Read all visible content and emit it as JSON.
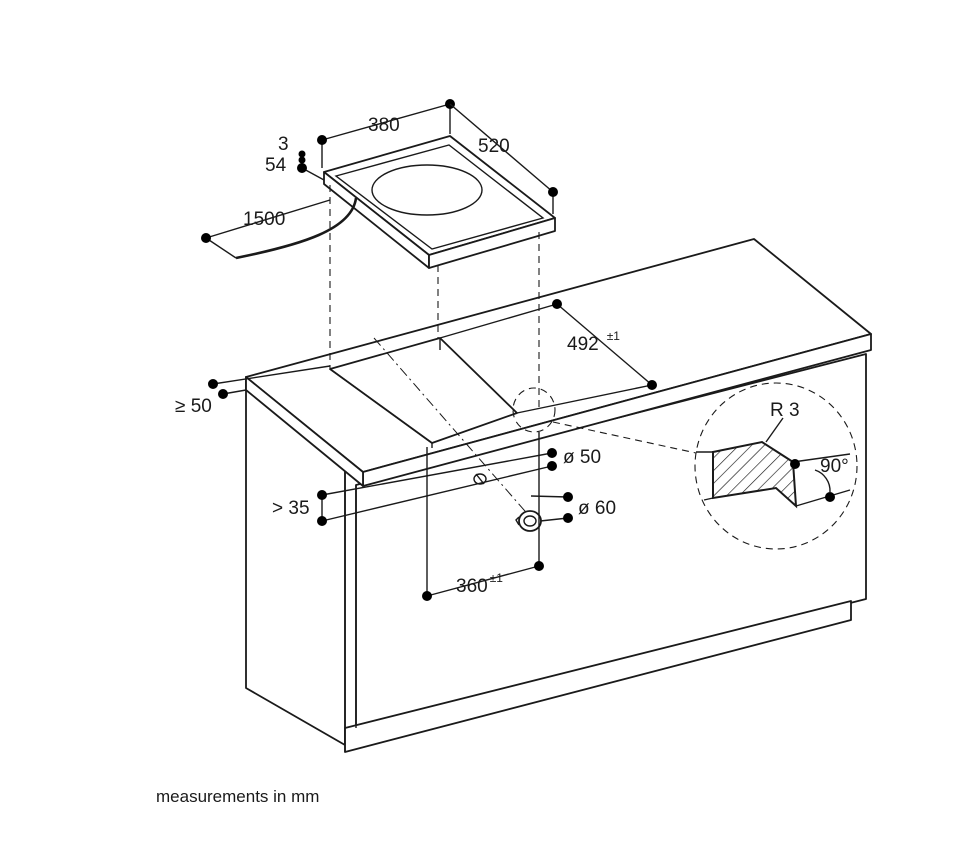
{
  "dimensions": {
    "hob_width": "380",
    "hob_depth": "520",
    "glass_thickness": "3",
    "hob_height": "54",
    "cable_length": "1500",
    "cutout_depth": "492",
    "cutout_depth_tol": "±1",
    "front_distance": "≥ 50",
    "clearance_below": "> 35",
    "inlet_diameter": "ø 50",
    "connector_diameter": "ø 60",
    "cutout_width": "360",
    "cutout_width_tol": "±1",
    "edge_radius": "R 3",
    "edge_angle": "90°"
  },
  "caption": "measurements in mm"
}
